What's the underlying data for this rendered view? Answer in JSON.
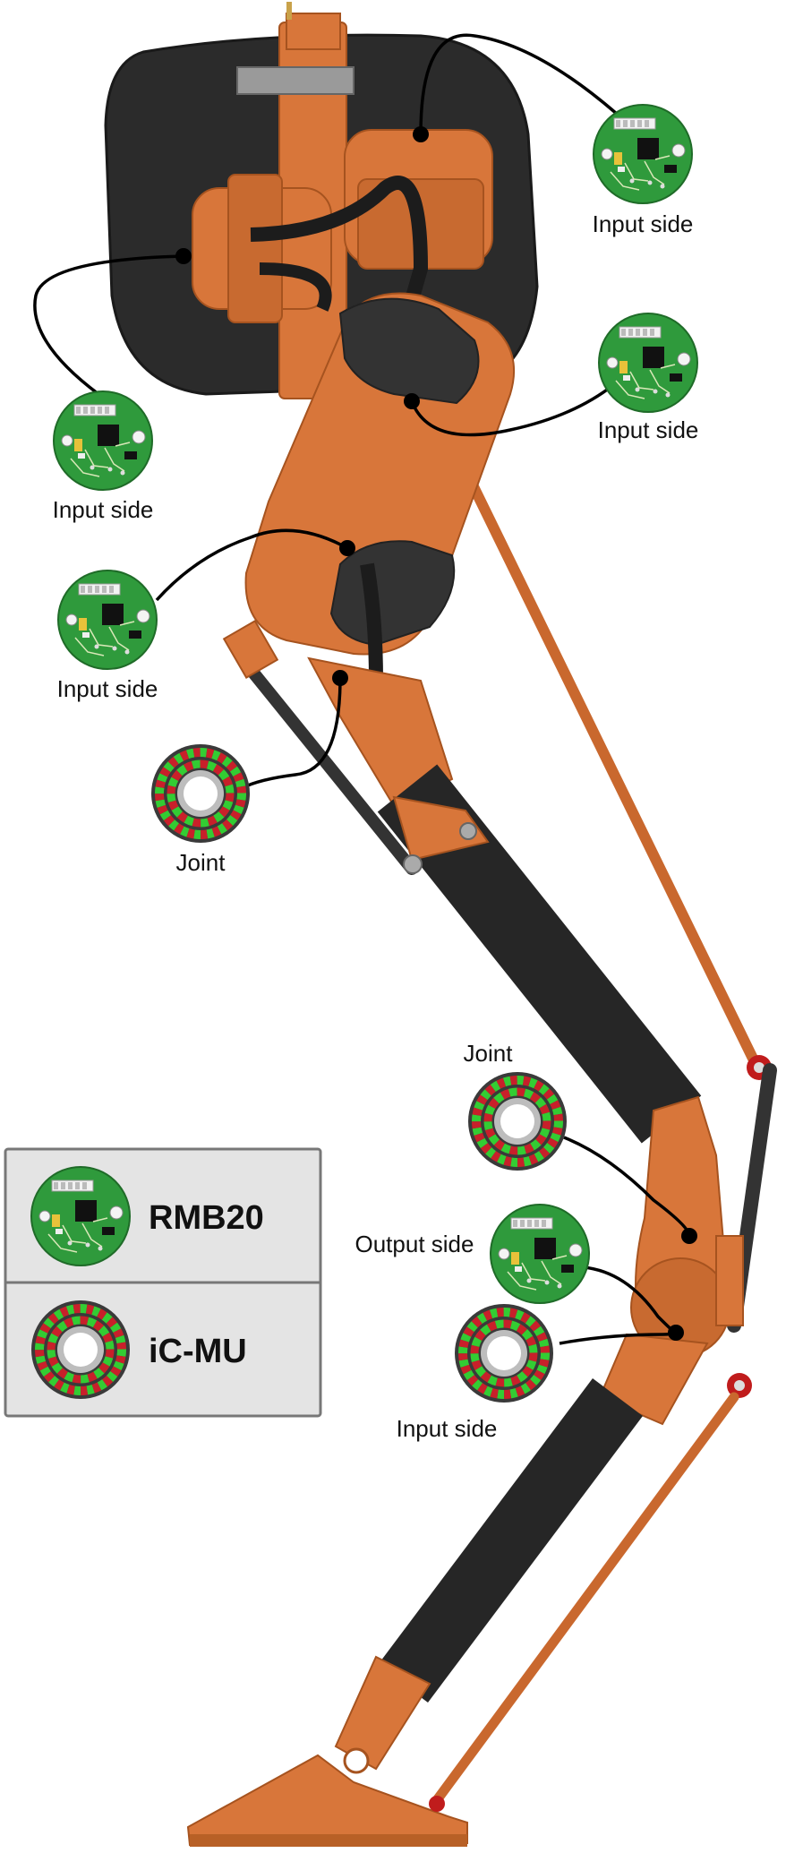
{
  "labels": {
    "input_side": "Input side",
    "joint": "Joint",
    "output_side": "Output side"
  },
  "legend": {
    "rmb20": "RMB20",
    "icmu": "iC-MU"
  },
  "colors": {
    "orange": "#d8763a",
    "orange_dark": "#b85e27",
    "carbon": "#2b2b2b",
    "pcb_green": "#2f9a3c",
    "ring_red": "#c8202a",
    "ring_green": "#33cc33",
    "legend_bg": "#e4e4e4",
    "joint_red": "#c01c1c"
  },
  "icons": {
    "rmb20": "rmb20-encoder-board-icon",
    "icmu": "icmu-magnetic-ring-icon"
  }
}
